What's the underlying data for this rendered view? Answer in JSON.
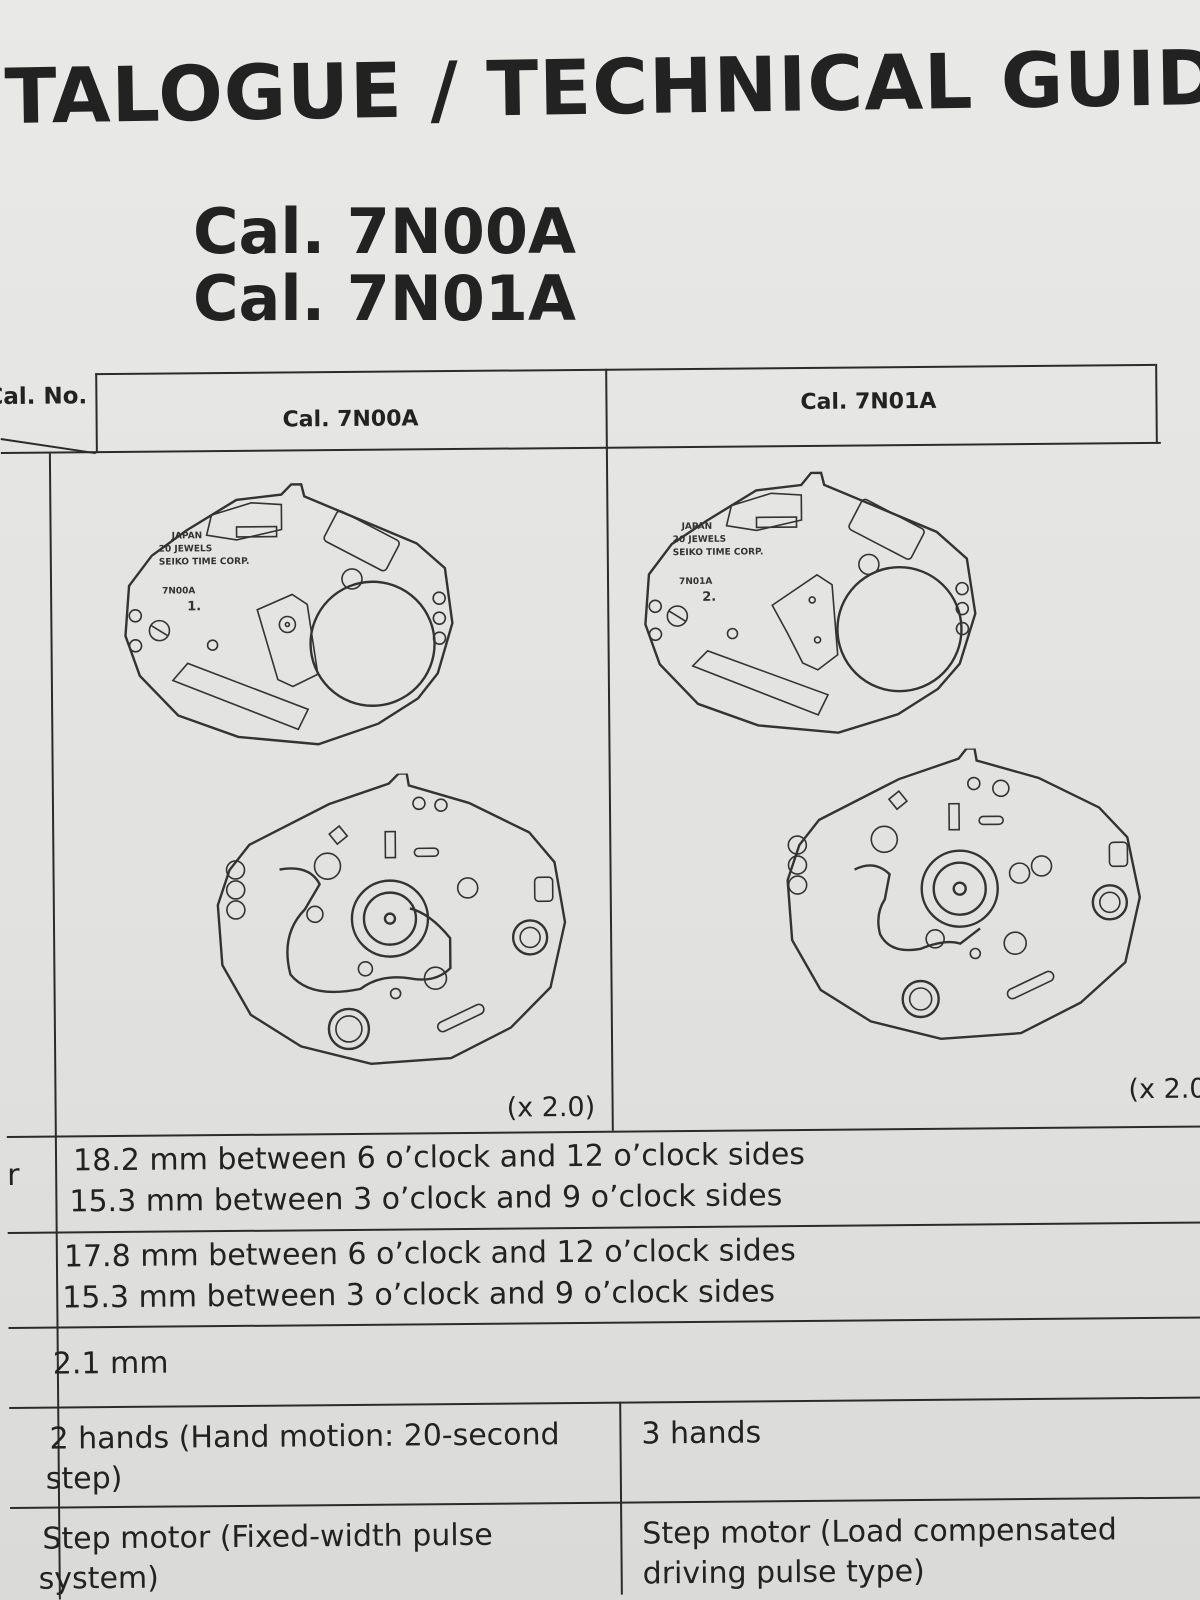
{
  "header": {
    "title": "TALOGUE / TECHNICAL GUIDE",
    "calibers": [
      "Cal. 7N00A",
      "Cal. 7N01A"
    ]
  },
  "table": {
    "corner_label": "Cal. No.",
    "columns": [
      "Cal. 7N00A",
      "Cal. 7N01A"
    ],
    "scale_left": "(x 2.0)",
    "scale_right": "(x 2.0",
    "row_stub": "r",
    "movement_engraving": {
      "left": [
        "JAPAN",
        "20 JEWELS",
        "SEIKO TIME CORP.",
        "7N00A",
        "1."
      ],
      "right": [
        "JAPAN",
        "20 JEWELS",
        "SEIKO TIME CORP.",
        "7N01A",
        "2."
      ]
    },
    "rows": [
      {
        "lines": [
          "18.2 mm between 6 o’clock and 12 o’clock sides",
          "15.3 mm between 3 o’clock and 9 o’clock sides"
        ]
      },
      {
        "lines": [
          "17.8 mm between 6 o’clock and 12 o’clock sides",
          "15.3 mm between 3 o’clock and 9 o’clock sides"
        ]
      },
      {
        "lines": [
          "2.1 mm"
        ]
      },
      {
        "left": [
          "2 hands (Hand motion:  20-second",
          "step)"
        ],
        "right": [
          "3 hands"
        ]
      },
      {
        "left": [
          "Step motor (Fixed-width pulse",
          "system)"
        ],
        "right": [
          "Step motor (Load compensated",
          "driving pulse type)"
        ]
      }
    ]
  }
}
